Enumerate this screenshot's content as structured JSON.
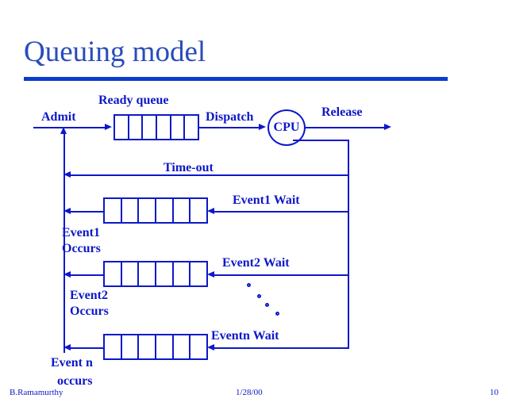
{
  "slide": {
    "title": "Queuing model",
    "footer": {
      "author": "B.Ramamurthy",
      "date": "1/28/00",
      "page_number": "10"
    },
    "colors": {
      "title_blue": "#2a4cba",
      "rule_blue": "#0b3ccc",
      "diagram_blue": "#0d18c8",
      "background": "#ffffff"
    }
  },
  "diagram": {
    "name": "queuing-model-diagram",
    "labels": {
      "admit": "Admit",
      "ready_queue": "Ready queue",
      "dispatch": "Dispatch",
      "cpu": "CPU",
      "release": "Release",
      "time_out": "Time-out",
      "event1_wait": "Event1  Wait",
      "event1_occurs_line1": "Event1",
      "event1_occurs_line2": "Occurs",
      "event2_wait": "Event2 Wait",
      "event2_occurs_line1": "Event2",
      "event2_occurs_line2": "Occurs",
      "eventn_wait": "Eventn Wait",
      "eventn_occurs_line1": "Event n",
      "eventn_occurs_line2": "occurs"
    },
    "queues": [
      {
        "name": "ready-queue",
        "cells": 6
      },
      {
        "name": "event1-queue",
        "cells": 6
      },
      {
        "name": "event2-queue",
        "cells": 6
      },
      {
        "name": "eventn-queue",
        "cells": 6
      }
    ],
    "ellipsis_dots": 4
  }
}
